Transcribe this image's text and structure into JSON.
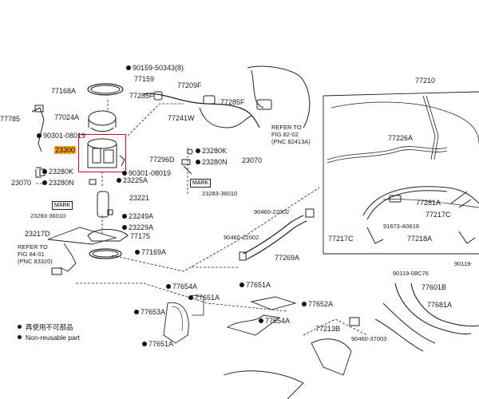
{
  "highlight": {
    "part": "23300",
    "color": "#d0021b",
    "badge_color": "#f5a623"
  },
  "labels": {
    "p90159": "90159-50343(8)",
    "p77159": "77159",
    "p77168A": "77168A",
    "p77209F": "77209F",
    "p77285F_a": "77285F",
    "p77285F_b": "77285F",
    "p77785": "77785",
    "p77024A": "77024A",
    "p77241W": "77241W",
    "p90301_a": "90301-08019",
    "p23300": "23300",
    "p77296D": "77296D",
    "p90301_b": "90301-08019",
    "p23280K_a": "23280K",
    "p23280K_b": "23280K",
    "p23070_a": "23070",
    "p23280N_a": "23280N",
    "p23280N_b": "23280N",
    "p23070_b": "23070",
    "p23225A": "23225A",
    "p23221": "23221",
    "p23283_a": "23283-36010",
    "p23283_b": "23283-36010",
    "p23249A": "23249A",
    "p23229A": "23229A",
    "p23217D": "23217D",
    "p77175": "77175",
    "p77169A": "77169A",
    "p77654A_a": "77654A",
    "p77651A_a": "77651A",
    "p77651A_b": "77651A",
    "p77652A": "77652A",
    "p77653A": "77653A",
    "p77654A_b": "77654A",
    "p77651A_c": "77651A",
    "p77213B": "77213B",
    "p90460_37003": "90460-37003",
    "p77210": "77210",
    "p77226A": "77226A",
    "p77281A": "77281A",
    "p77217C_a": "77217C",
    "p77217C_b": "77217C",
    "p91673": "91673-A0616",
    "p77218A": "77218A",
    "p90119_a": "90119-",
    "p90119_b": "90119-08C76",
    "p77601B": "77601B",
    "p77681A": "77681A",
    "p90460_22002_a": "90460-22002",
    "p90460_22002_b": "90460-22002",
    "p77269A": "77269A",
    "ref1_line1": "REFER TO",
    "ref1_line2": "FIG 82-02",
    "ref1_line3": "(PNC 82413A)",
    "ref2_line1": "REFER TO",
    "ref2_line2": "FIG 84-01",
    "ref2_line3": "(PNC 83320)",
    "mark_a": "MARK",
    "mark_b": "MARK"
  },
  "legend": {
    "line1": "再使用不可部品",
    "line2": "Non-reusable part"
  }
}
